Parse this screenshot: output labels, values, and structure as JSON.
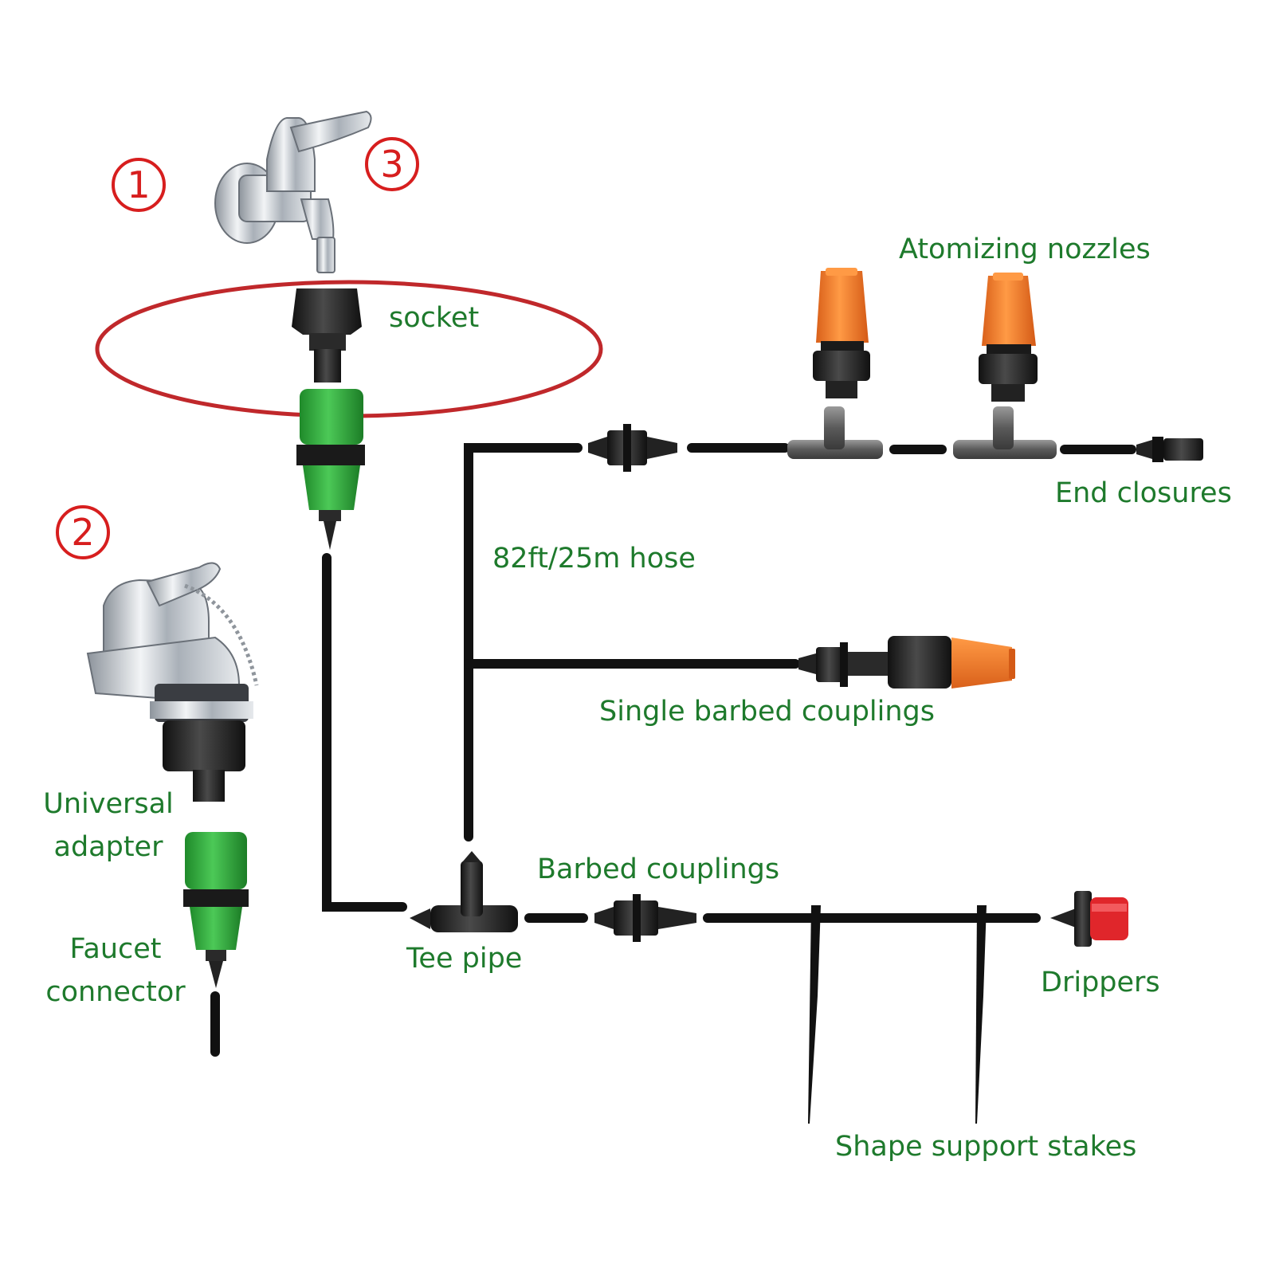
{
  "colors": {
    "label": "#1e7a2c",
    "marker": "#d71e1e",
    "hose": "#111111",
    "highlight": "#c0282b",
    "connector_green": "#2fae3a",
    "nozzle_orange": "#f07a22",
    "dripper_red": "#e0262b",
    "chrome": "#b9bfc6"
  },
  "markers": {
    "one": "1",
    "two": "2",
    "three": "3"
  },
  "labels": {
    "socket": "socket",
    "atomizing_nozzles": "Atomizing nozzles",
    "end_closures": "End closures",
    "hose": "82ft/25m hose",
    "single_barbed_couplings": "Single barbed couplings",
    "universal_adapter_line1": "Universal",
    "universal_adapter_line2": "adapter",
    "barbed_couplings": "Barbed couplings",
    "faucet_connector_line1": "Faucet",
    "faucet_connector_line2": "connector",
    "tee_pipe": "Tee pipe",
    "drippers": "Drippers",
    "shape_support_stakes": "Shape support stakes"
  }
}
